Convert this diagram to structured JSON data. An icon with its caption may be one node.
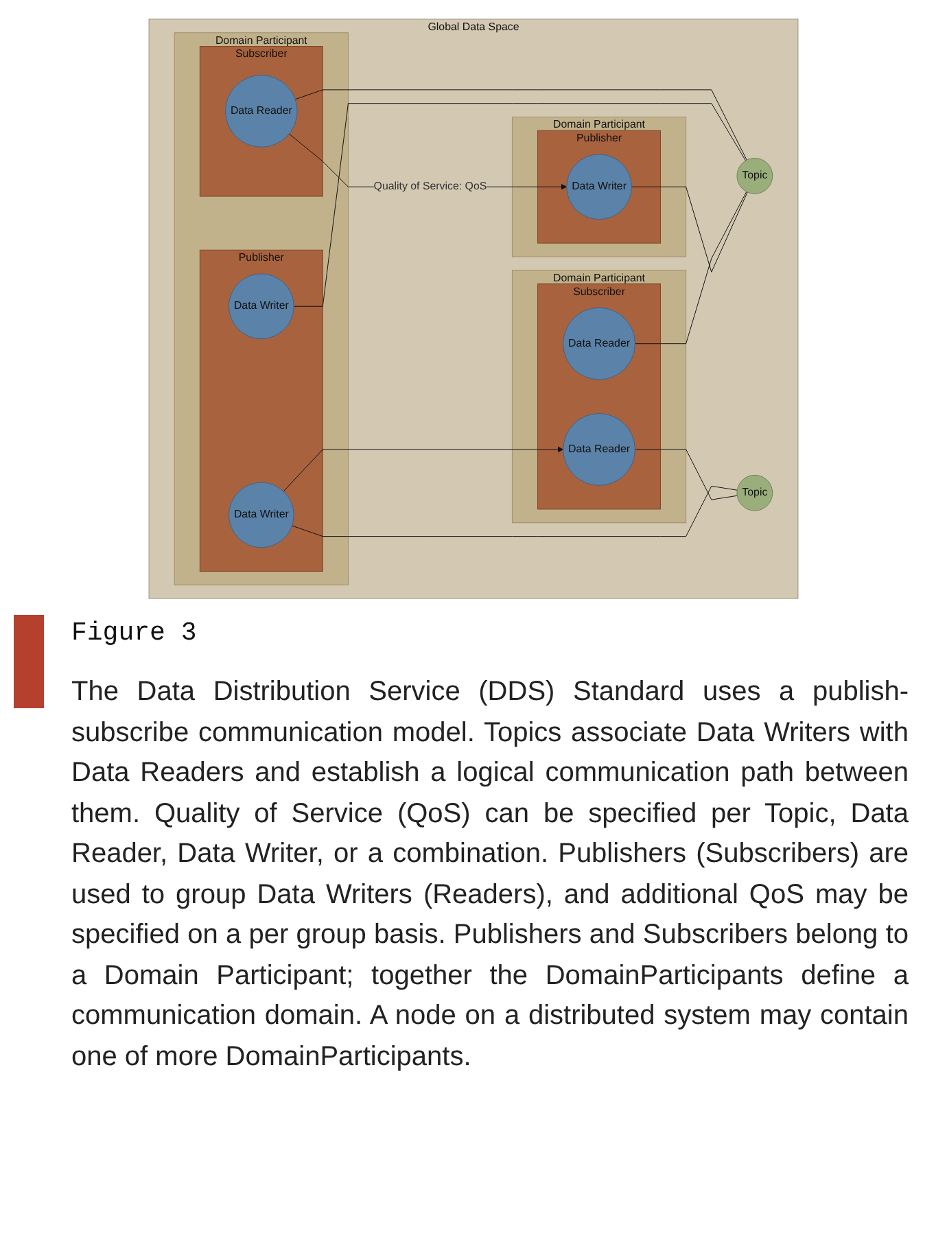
{
  "diagram": {
    "title": "Figure 3",
    "caption": "The Data Distribution Service (DDS) Standard uses a publish-subscribe communication model. Topics associate Data Writers with Data Readers and establish a logical communication path between them. Quality of Service (QoS) can be specified per Topic, Data Reader, Data Writer, or a combination. Publishers (Subscribers) are used to group Data Writers (Readers), and additional QoS may be specified on a per group basis. Publishers and Subscribers belong to a Domain Participant; together the DomainParticipants define a communication domain. A node on a distributed system may contain one of more DomainParticipants.",
    "nodes": [
      {
        "text": [
          "Global Data Space"
        ]
      },
      {
        "text": [
          "Domain Participant"
        ],
        "in": 0
      },
      {
        "text": [
          "Subscriber"
        ],
        "in": 1
      },
      {
        "text": [
          "Data Reader"
        ],
        "in": 2
      },
      {
        "text": [
          "Publisher"
        ],
        "in": 1
      },
      {
        "text": [
          "Data Writer"
        ],
        "in": 4
      },
      {
        "text": [
          "Data Writer"
        ],
        "in": 4
      },
      {
        "text": [
          "Domain Participant"
        ],
        "in": 0
      },
      {
        "text": [
          "Subscriber"
        ],
        "in": 7
      },
      {
        "text": [
          "Data Reader"
        ],
        "in": 8
      },
      {
        "text": [
          "Data Reader"
        ],
        "in": 8
      },
      {
        "text": [
          "Domain Participant"
        ],
        "in": 0
      },
      {
        "text": [
          "Publisher"
        ],
        "in": 11
      },
      {
        "text": [
          "Data Writer"
        ],
        "in": 12
      },
      {
        "text": [
          "Topic"
        ],
        "in": 0
      },
      {
        "text": [
          "Topic"
        ],
        "in": 0
      }
    ],
    "edges": [
      {
        "from": 3,
        "to": 13,
        "arrow": "to",
        "label": "Quality of Service: QoS"
      },
      {
        "from": 6,
        "to": 10,
        "arrow": "to"
      },
      {
        "from": 3,
        "to": 15,
        "arrow": "none"
      },
      {
        "from": 5,
        "to": 15,
        "arrow": "none"
      },
      {
        "from": 6,
        "to": 14,
        "arrow": "none"
      },
      {
        "from": 10,
        "to": 14,
        "arrow": "none"
      },
      {
        "from": 9,
        "to": 15,
        "arrow": "none"
      },
      {
        "from": 13,
        "to": 15,
        "arrow": "none"
      }
    ]
  }
}
